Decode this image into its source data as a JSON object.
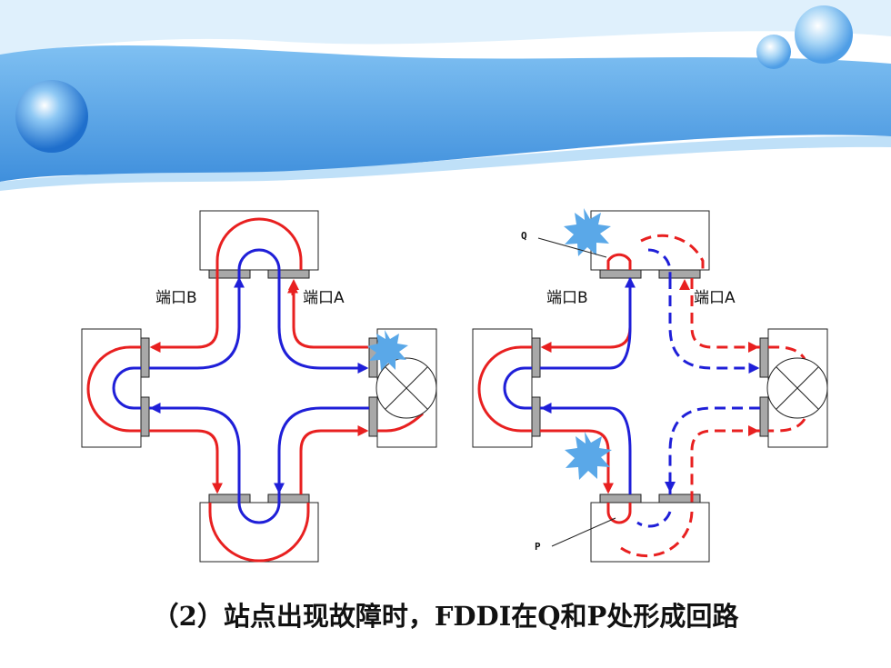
{
  "diagram_left": {
    "port_b_label": "端口B",
    "port_a_label": "端口A"
  },
  "diagram_right": {
    "port_b_label": "端口B",
    "port_a_label": "端口A",
    "point_q_label": "Q",
    "point_p_label": "P"
  },
  "caption": "（2）站点出现故障时，FDDI在Q和P处形成回路",
  "colors": {
    "primary_ring": "#e82020",
    "secondary_ring": "#1f1fd8",
    "fault_star": "#5aa8e8",
    "header_band": "#4a9ae0"
  }
}
